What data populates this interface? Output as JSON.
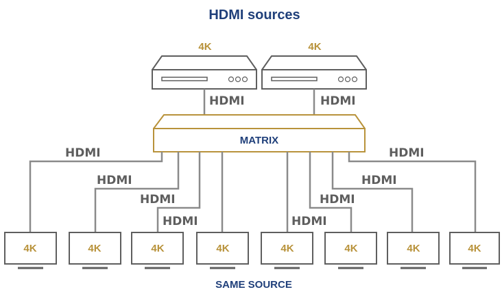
{
  "title": "HDMI sources",
  "footer": "SAME SOURCE",
  "matrix_label": "MATRIX",
  "source_badge": "4K",
  "hdmi_logo_text": "HDMI",
  "sources": [
    {
      "badge": "4K"
    },
    {
      "badge": "4K"
    }
  ],
  "displays": [
    {
      "badge": "4K"
    },
    {
      "badge": "4K"
    },
    {
      "badge": "4K"
    },
    {
      "badge": "4K"
    },
    {
      "badge": "4K"
    },
    {
      "badge": "4K"
    },
    {
      "badge": "4K"
    },
    {
      "badge": "4K"
    }
  ],
  "colors": {
    "title": "#1f3f7a",
    "accent": "#b8923a",
    "line": "#8a8a8a",
    "device": "#5e5e5e"
  }
}
